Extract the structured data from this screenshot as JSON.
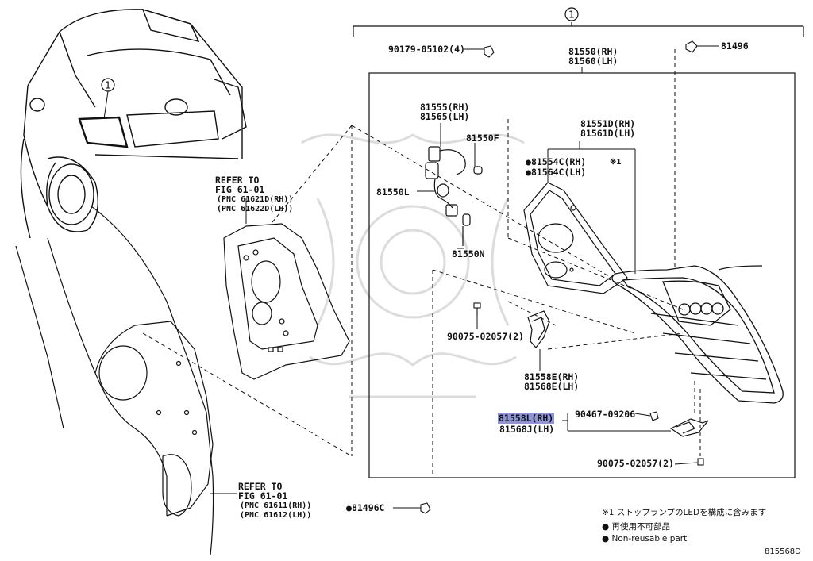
{
  "assembly_callout": "1",
  "vehicle_callout": "1",
  "labels": {
    "p90179": "90179-05102(4)",
    "p81550_rh": "81550(RH)",
    "p81560_lh": "81560(LH)",
    "p81496": "81496",
    "p81555_rh": "81555(RH)",
    "p81565_lh": "81565(LH)",
    "p81550f": "81550F",
    "p81551d_rh": "81551D(RH)",
    "p81561d_lh": "81561D(LH)",
    "p81554c_rh": "81554C(RH)",
    "p81564c_lh": "81564C(LH)",
    "p81550l": "81550L",
    "p81550n": "81550N",
    "note_ref": "※1",
    "p90075_a": "90075-02057(2)",
    "p81558e_rh": "81558E(RH)",
    "p81568e_lh": "81568E(LH)",
    "p81558l_rh": "81558L(RH)",
    "p81568j_lh": "81568J(LH)",
    "p90467": "90467-09206",
    "p90075_b": "90075-02057(2)",
    "p81496c": "81496C"
  },
  "refer_upper": {
    "line1": "REFER TO",
    "line2": "FIG 61-01",
    "line3": "(PNC 61621D(RH))",
    "line4": "(PNC 61622D(LH))"
  },
  "refer_lower": {
    "line1": "REFER TO",
    "line2": "FIG 61-01",
    "line3": "(PNC 61611(RH))",
    "line4": "(PNC 61612(LH))"
  },
  "notes": {
    "note1": "※1 ストップランプのLEDを構成に含みます",
    "note2": "● 再使用不可部品",
    "note3": "● Non-reusable part"
  },
  "diagram_id": "815568D",
  "colors": {
    "ink": "#111111",
    "highlight": "#8f93d8",
    "watermark": "#d9d9d9"
  }
}
